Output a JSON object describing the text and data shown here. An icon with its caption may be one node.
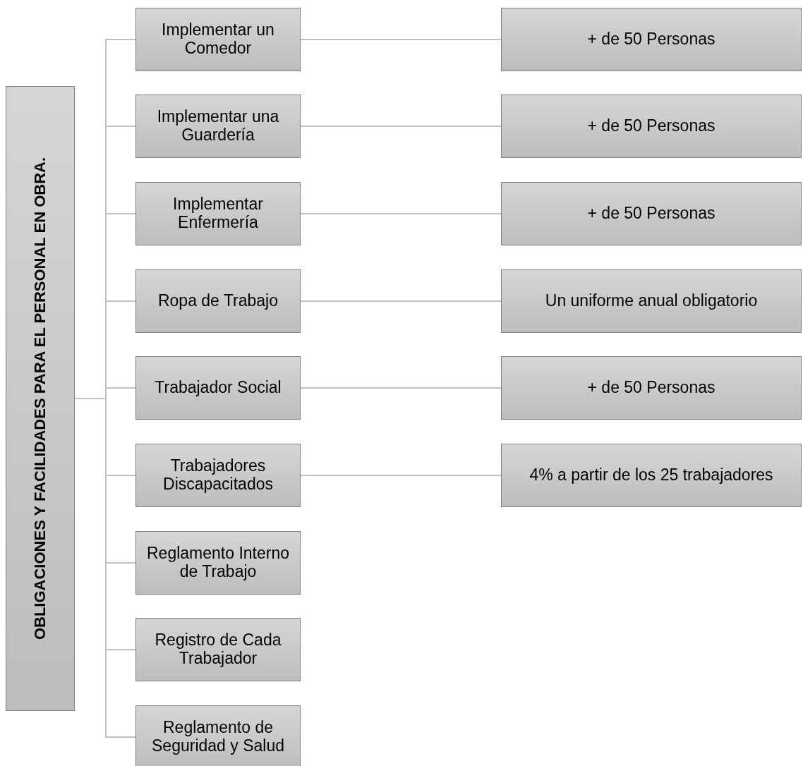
{
  "diagram": {
    "nodes": [
      {
        "text": [
          "OBLIGACIONES Y FACILIDADES PARA EL PERSONAL EN OBRA."
        ]
      },
      {
        "text": [
          "Implementar un Comedor"
        ]
      },
      {
        "text": [
          "+ de 50 Personas"
        ]
      },
      {
        "text": [
          "Implementar una Guardería"
        ]
      },
      {
        "text": [
          "+ de 50 Personas"
        ]
      },
      {
        "text": [
          "Implementar Enfermería"
        ]
      },
      {
        "text": [
          "+ de 50 Personas"
        ]
      },
      {
        "text": [
          "Ropa de Trabajo"
        ]
      },
      {
        "text": [
          "Un uniforme anual obligatorio"
        ]
      },
      {
        "text": [
          "Trabajador Social"
        ]
      },
      {
        "text": [
          "+ de 50 Personas"
        ]
      },
      {
        "text": [
          "Trabajadores Discapacitados"
        ]
      },
      {
        "text": [
          "4% a partir de los 25 trabajadores"
        ]
      },
      {
        "text": [
          "Reglamento Interno de Trabajo"
        ]
      },
      {
        "text": [
          "Registro de Cada Trabajador"
        ]
      },
      {
        "text": [
          "Reglamento de Seguridad y Salud"
        ]
      }
    ],
    "edges": [
      {
        "from": 0,
        "to": 1,
        "arrow": "none"
      },
      {
        "from": 0,
        "to": 3,
        "arrow": "none"
      },
      {
        "from": 0,
        "to": 5,
        "arrow": "none"
      },
      {
        "from": 0,
        "to": 7,
        "arrow": "none"
      },
      {
        "from": 0,
        "to": 9,
        "arrow": "none"
      },
      {
        "from": 0,
        "to": 11,
        "arrow": "none"
      },
      {
        "from": 0,
        "to": 13,
        "arrow": "none"
      },
      {
        "from": 0,
        "to": 14,
        "arrow": "none"
      },
      {
        "from": 0,
        "to": 15,
        "arrow": "none"
      },
      {
        "from": 1,
        "to": 2,
        "arrow": "none"
      },
      {
        "from": 3,
        "to": 4,
        "arrow": "none"
      },
      {
        "from": 5,
        "to": 6,
        "arrow": "none"
      },
      {
        "from": 7,
        "to": 8,
        "arrow": "none"
      },
      {
        "from": 9,
        "to": 10,
        "arrow": "none"
      },
      {
        "from": 11,
        "to": 12,
        "arrow": "none"
      }
    ]
  }
}
